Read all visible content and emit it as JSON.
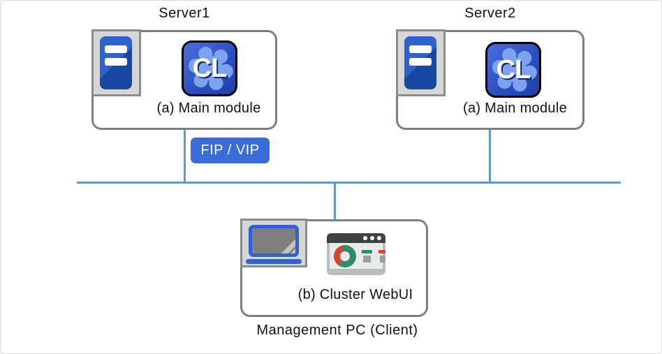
{
  "page": {
    "background": "#ffffff",
    "border_color": "#d9d9d9"
  },
  "colors": {
    "network_line": "#5b9bd5",
    "box_border": "#7f7f7f",
    "badge_blue": "#3a6bd8",
    "icon_square_bg": "#d6d6d6",
    "icon_square_border": "#8c8c8c",
    "server_blue_light": "#2e63cc",
    "server_blue_dark": "#17479f",
    "cl_icon_bg_light": "#4a6edd",
    "cl_icon_bg_dark": "#1c3fa8",
    "cl_gear": "#7da3f0",
    "laptop_blue": "#2f62d6",
    "webui_titlebar": "#3d4242",
    "webui_donut_teal": "#2e8b6e",
    "webui_donut_red": "#d04a32"
  },
  "server1": {
    "title": "Server1",
    "module_label": "(a) Main module"
  },
  "server2": {
    "title": "Server2",
    "module_label": "(a) Main module"
  },
  "badge": {
    "label": "FIP / VIP"
  },
  "management": {
    "module_label": "(b) Cluster WebUI",
    "caption": "Management PC (Client)"
  },
  "icons": {
    "cl_icon_text": "CL",
    "server_icon": "server-tower",
    "laptop_icon": "laptop",
    "webui_icon": "dashboard-browser-window"
  }
}
